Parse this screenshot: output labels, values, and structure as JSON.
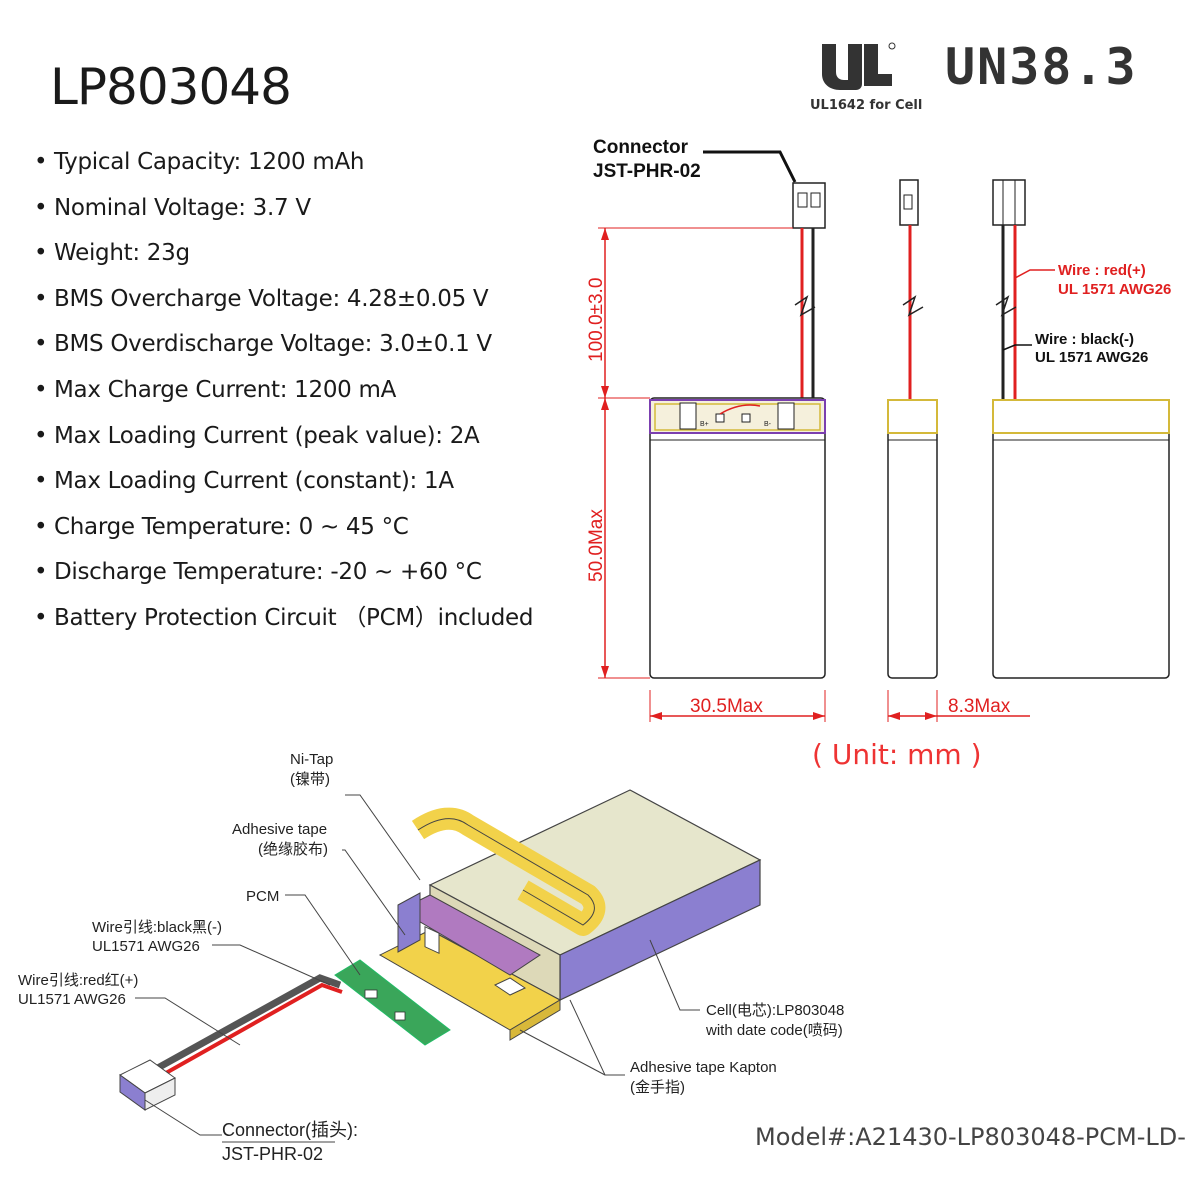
{
  "title": "LP803048",
  "specs": [
    "Typical Capacity: 1200 mAh",
    "Nominal Voltage: 3.7 V",
    "Weight: 23g",
    "BMS Overcharge Voltage: 4.28±0.05 V",
    "BMS Overdischarge Voltage: 3.0±0.1 V",
    "Max Charge Current: 1200 mA",
    "Max Loading Current (peak value): 2A",
    "Max Loading Current (constant): 1A",
    "Charge Temperature: 0 ~ 45 °C",
    "Discharge Temperature: -20 ~ +60 °C",
    "Battery Protection Circuit （PCM）included"
  ],
  "certifications": {
    "ul_mark": "UL",
    "ul_caption": "UL1642 for Cell",
    "un": "UN38.3"
  },
  "drawing": {
    "connector_label_1": "Connector",
    "connector_label_2": "JST-PHR-02",
    "wire_red_1": "Wire : red(+)",
    "wire_red_2": "UL 1571 AWG26",
    "wire_black_1": "Wire : black(-)",
    "wire_black_2": "UL 1571 AWG26",
    "dim_wire": "100.0±3.0",
    "dim_height": "50.0Max",
    "dim_width": "30.5Max",
    "dim_thickness": "8.3Max",
    "pcb_b_plus": "B+",
    "pcb_b_minus": "B-",
    "unit": "( Unit: mm )"
  },
  "exploded": {
    "ni_tap_1": "Ni-Tap",
    "ni_tap_2": "(镍带)",
    "adhesive_1": "Adhesive tape",
    "adhesive_2": "(绝缘胶布)",
    "pcm": "PCM",
    "wire_black_1": "Wire引线:black黑(-)",
    "wire_black_2": "UL1571 AWG26",
    "wire_red_1": "Wire引线:red红(+)",
    "wire_red_2": "UL1571 AWG26",
    "cell_1": "Cell(电芯):LP803048",
    "cell_2": "with date code(喷码)",
    "kapton_1": "Adhesive tape Kapton",
    "kapton_2": "(金手指)",
    "connector_1": "Connector(插头):",
    "connector_2": "JST-PHR-02"
  },
  "model": "Model#:A21430-LP803048-PCM-LD-",
  "colors": {
    "dim_red": "#e02020",
    "tape_yellow": "#f2d24a",
    "kapton_purple": "#8b7fd0",
    "pcm_green": "#3aa65a",
    "cell_face": "#e6e6cc"
  }
}
